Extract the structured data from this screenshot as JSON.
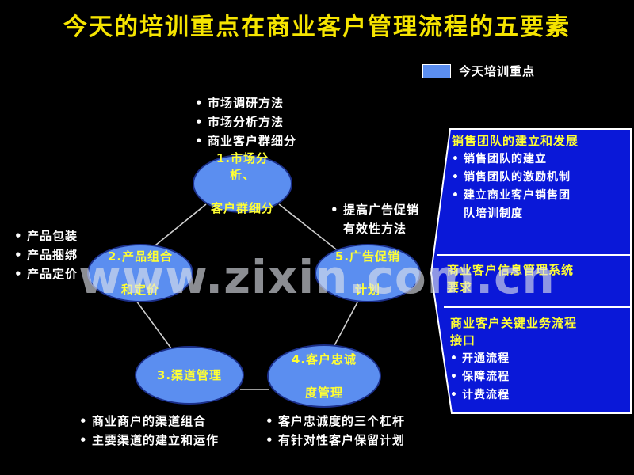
{
  "slide": {
    "title": "今天的培训重点在商业客户管理流程的五要素",
    "title_color": "#f5e400",
    "background_color": "#000000",
    "watermark": "www.zixin.com.cn"
  },
  "legend": {
    "swatch_color": "#5b8ef0",
    "label": "今天培训重点"
  },
  "nodes": [
    {
      "id": "node1",
      "line1": "1.市场分析、",
      "line2": "客户群细分"
    },
    {
      "id": "node2",
      "line1": "2.产品组合",
      "line2": "和定价"
    },
    {
      "id": "node3",
      "line1": "3.渠道管理",
      "line2": ""
    },
    {
      "id": "node4",
      "line1": "4.客户忠诚",
      "line2": "度管理"
    },
    {
      "id": "node5",
      "line1": "5.广告促销",
      "line2": "计划"
    }
  ],
  "node_style": {
    "fill": "#5b8ef0",
    "border": "#1b2f8a",
    "text_color": "#ffff33"
  },
  "bullets": {
    "top": [
      "市场调研方法",
      "市场分析方法",
      "商业客户群细分"
    ],
    "left": [
      "产品包装",
      "产品捆绑",
      "产品定价"
    ],
    "middle_line1": "提高广告促销",
    "middle_line2": "有效性方法",
    "bottom_left": [
      "商业商户的渠道组合",
      "主要渠道的建立和运作"
    ],
    "bottom_right": [
      "客户忠诚度的三个杠杆",
      "有针对性客户保留计划"
    ]
  },
  "panel": {
    "fill": "#0a18d8",
    "border": "#ffffff",
    "box1": {
      "heading": "销售团队的建立和发展",
      "items": [
        "销售团队的建立",
        "销售团队的激励机制",
        "建立商业客户销售团"
      ],
      "item3_cont": "队培训制度"
    },
    "box2": {
      "heading_line1": "商业客户信息管理系统",
      "heading_line2": "要求"
    },
    "box3": {
      "heading_line1": "商业客户关键业务流程",
      "heading_line2": "接口",
      "items": [
        "开通流程",
        "保障流程",
        "计费流程"
      ]
    }
  }
}
